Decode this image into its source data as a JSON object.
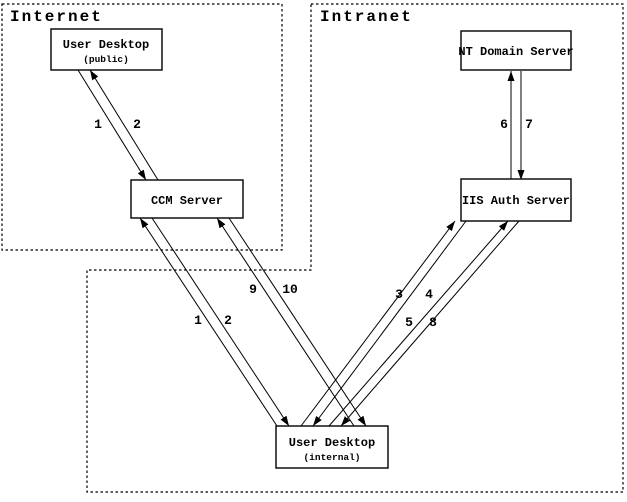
{
  "diagram": {
    "zones": {
      "internet": {
        "label": "Internet"
      },
      "intranet": {
        "label": "Intranet"
      }
    },
    "nodes": {
      "user_desktop_public": {
        "title": "User Desktop",
        "subtitle": "(public)"
      },
      "ccm_server": {
        "title": "CCM Server"
      },
      "nt_domain_server": {
        "title": "NT Domain Server"
      },
      "iis_auth_server": {
        "title": "IIS Auth Server"
      },
      "user_desktop_internal": {
        "title": "User Desktop",
        "subtitle": "(internal)"
      }
    },
    "steps": {
      "s1": "1",
      "s2": "2",
      "s3": "3",
      "s4": "4",
      "s5": "5",
      "s6": "6",
      "s7": "7",
      "s8": "8",
      "s9": "9",
      "s10": "10"
    },
    "flows": [
      {
        "step": "1",
        "from": "User Desktop (public)",
        "to": "CCM Server"
      },
      {
        "step": "2",
        "from": "CCM Server",
        "to": "User Desktop (public)"
      },
      {
        "step": "1",
        "from": "User Desktop (internal)",
        "to": "CCM Server"
      },
      {
        "step": "2",
        "from": "CCM Server",
        "to": "User Desktop (internal)"
      },
      {
        "step": "3",
        "from": "User Desktop (internal)",
        "to": "IIS Auth Server"
      },
      {
        "step": "4",
        "from": "IIS Auth Server",
        "to": "User Desktop (internal)"
      },
      {
        "step": "5",
        "from": "User Desktop (internal)",
        "to": "IIS Auth Server"
      },
      {
        "step": "6",
        "from": "IIS Auth Server",
        "to": "NT Domain Server"
      },
      {
        "step": "7",
        "from": "NT Domain Server",
        "to": "IIS Auth Server"
      },
      {
        "step": "8",
        "from": "IIS Auth Server",
        "to": "User Desktop (internal)"
      },
      {
        "step": "9",
        "from": "User Desktop (internal)",
        "to": "CCM Server"
      },
      {
        "step": "10",
        "from": "CCM Server",
        "to": "User Desktop (internal)"
      }
    ],
    "colors": {
      "line": "#000000",
      "background": "#ffffff"
    }
  }
}
